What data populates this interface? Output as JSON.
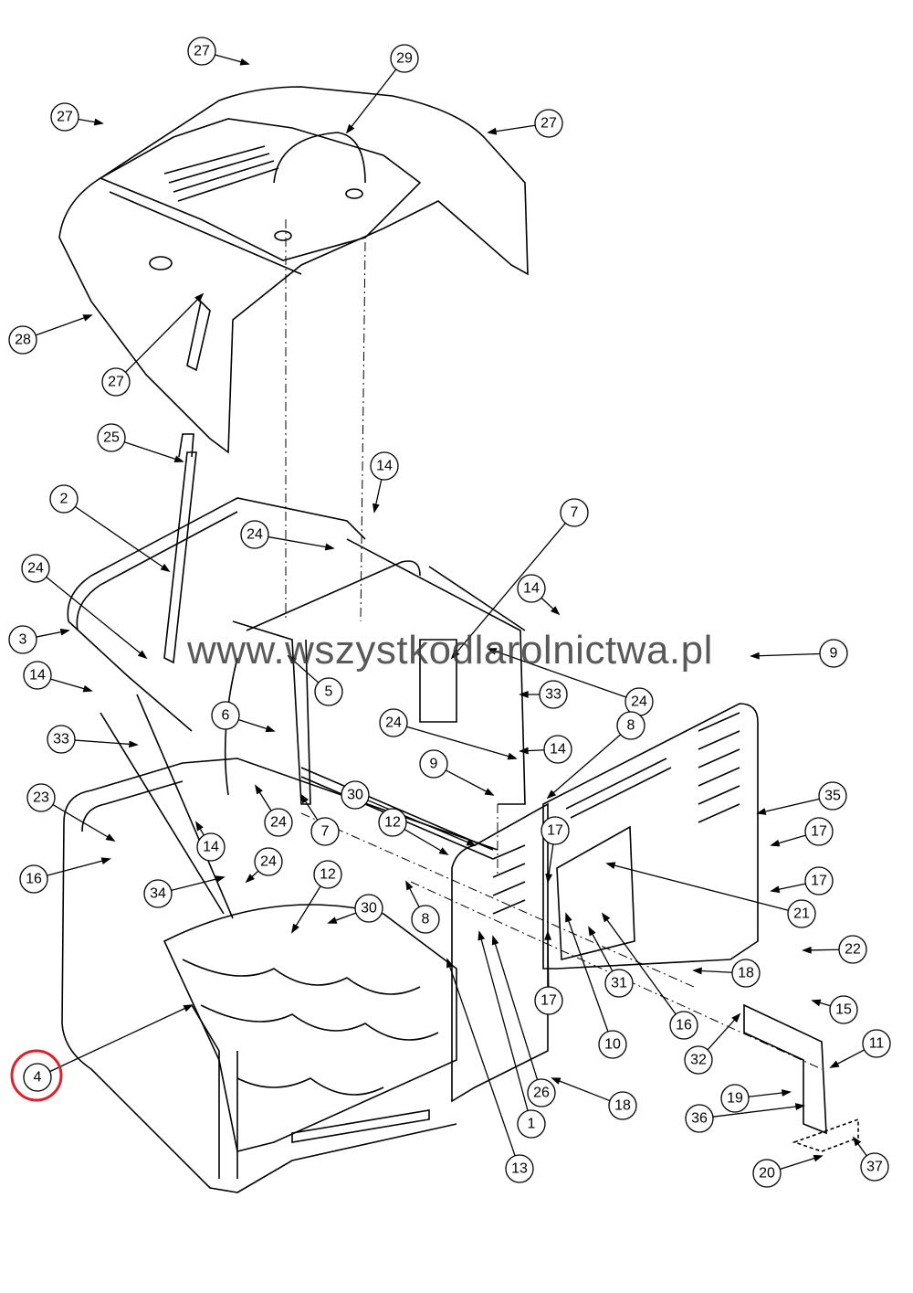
{
  "diagram": {
    "type": "exploded parts diagram",
    "watermark": "www.wszystkodlarolnictwa.pl",
    "highlight_color": "#d9232a",
    "highlighted_part": "4",
    "callouts": [
      "27",
      "29",
      "27",
      "27",
      "28",
      "27",
      "25",
      "14",
      "2",
      "7",
      "24",
      "24",
      "14",
      "3",
      "9",
      "24",
      "5",
      "14",
      "33",
      "6",
      "24",
      "8",
      "33",
      "14",
      "9",
      "35",
      "30",
      "23",
      "24",
      "7",
      "12",
      "17",
      "17",
      "14",
      "24",
      "12",
      "16",
      "17",
      "34",
      "30",
      "21",
      "8",
      "22",
      "18",
      "31",
      "17",
      "15",
      "16",
      "10",
      "11",
      "32",
      "4",
      "18",
      "26",
      "19",
      "36",
      "1",
      "13",
      "20",
      "37"
    ]
  }
}
